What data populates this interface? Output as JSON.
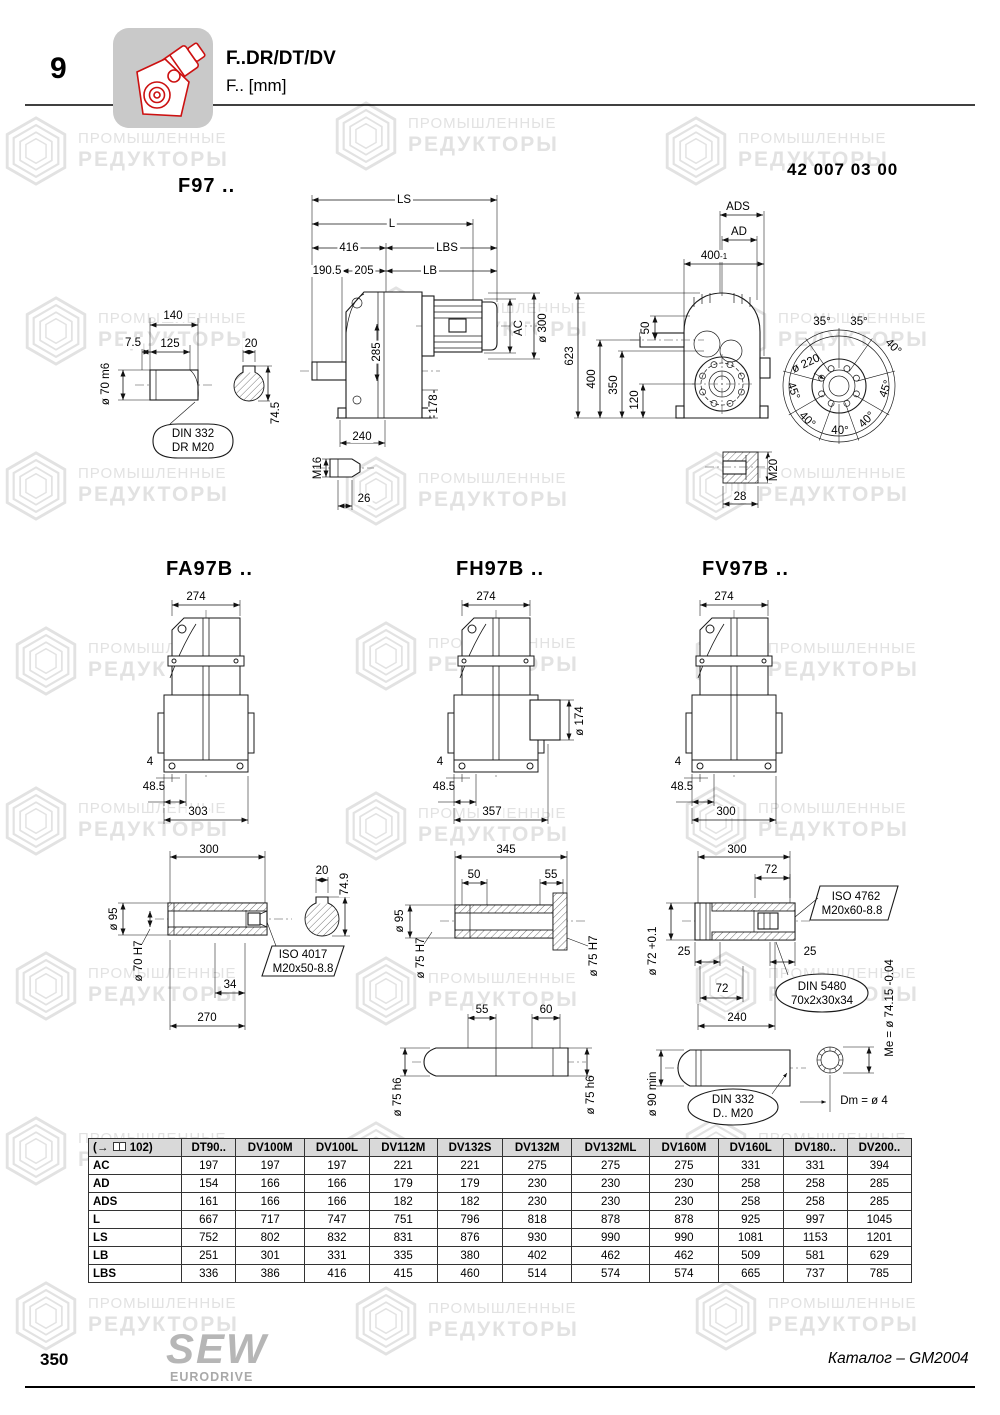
{
  "watermark": {
    "line1": "ПРОМЫШЛЕННЫЕ",
    "line2": "РЕДУКТОРЫ"
  },
  "header": {
    "chapter": "9",
    "title": "F..DR/DT/DV",
    "subtitle": "F.. [mm]"
  },
  "page": {
    "part_number": "42 007 03 00",
    "page_number": "350",
    "catalog": "Каталог – GM2004",
    "logo": {
      "name": "SEW",
      "sub": "EURODRIVE"
    }
  },
  "drawings": {
    "f97": {
      "title": "F97 ..",
      "dims": {
        "ls": "LS",
        "l": "L",
        "d416": "416",
        "lbs": "LBS",
        "d190_5": "190.5",
        "d205": "205",
        "lb": "LB",
        "d285": "285",
        "d178": "178",
        "d240": "240",
        "ac": "AC",
        "d300": "ø 300",
        "d140": "140",
        "d7_5": "7.5",
        "d125": "125",
        "shaft_dia": "ø 70 m6",
        "key_w": "20",
        "d74_5": "74.5",
        "m16": "M16",
        "d26": "26",
        "ads": "ADS",
        "ad": "AD",
        "d400tol": "400",
        "d400tol_sub": "-1",
        "d623": "623",
        "d400": "400",
        "d350": "350",
        "d120": "120",
        "d50": "50",
        "bolt_circle": "ø 220",
        "a35a": "35°",
        "a35b": "35°",
        "a40a": "40°",
        "a45a": "45°",
        "a40b": "40°",
        "a40c": "40°",
        "a40d": "40°",
        "a45b": "45°",
        "d28": "28",
        "m20": "M20"
      },
      "callout_din332": {
        "line1": "DIN 332",
        "line2": "DR M20"
      }
    },
    "fa97b": {
      "title": "FA97B ..",
      "dims": {
        "w274": "274",
        "d4": "4",
        "d48_5": "48.5",
        "w303": "303"
      }
    },
    "fh97b": {
      "title": "FH97B ..",
      "dims": {
        "w274": "274",
        "d174": "ø 174",
        "d4": "4",
        "d48_5": "48.5",
        "w357": "357"
      }
    },
    "fv97b": {
      "title": "FV97B ..",
      "dims": {
        "w274": "274",
        "d4": "4",
        "d48_5": "48.5",
        "w300": "300"
      }
    },
    "shaft_fa": {
      "dims": {
        "l300": "300",
        "key20": "20",
        "d74_9": "74.9",
        "d95": "ø 95",
        "d70": "ø 70 H7",
        "d34": "34",
        "l270": "270"
      },
      "callout_iso4017": {
        "line1": "ISO 4017",
        "line2": "M20x50-8.8"
      }
    },
    "shaft_fh": {
      "dims": {
        "l345": "345",
        "d50": "50",
        "d55a": "55",
        "d95": "ø 95",
        "d75l": "ø 75 H7",
        "d75r": "ø 75 H7",
        "d55b": "55",
        "d60": "60",
        "d75h6l": "ø 75 h6",
        "d75h6r": "ø 75 h6"
      }
    },
    "shaft_fv": {
      "dims": {
        "l300": "300",
        "d72a": "72",
        "d25l": "25",
        "d25r": "25",
        "d72b": "72",
        "l240": "240",
        "d72tol": "ø 72 +0.1",
        "d90": "ø 90 min",
        "me": "Me = ø 74.15 -0.04",
        "dm": "Dm = ø 4"
      },
      "callout_iso4762": {
        "line1": "ISO 4762",
        "line2": "M20x60-8.8"
      },
      "callout_din5480": {
        "line1": "DIN 5480",
        "line2": "70x2x30x34"
      },
      "callout_din332": {
        "line1": "DIN 332",
        "line2": "D.. M20"
      }
    }
  },
  "table": {
    "ref": {
      "prefix": "(→",
      "suffix": "102)"
    },
    "columns": [
      "DT90..",
      "DV100M",
      "DV100L",
      "DV112M",
      "DV132S",
      "DV132M",
      "DV132ML",
      "DV160M",
      "DV160L",
      "DV180..",
      "DV200.."
    ],
    "rows": [
      {
        "label": "AC",
        "values": [
          "197",
          "197",
          "197",
          "221",
          "221",
          "275",
          "275",
          "275",
          "331",
          "331",
          "394"
        ]
      },
      {
        "label": "AD",
        "values": [
          "154",
          "166",
          "166",
          "179",
          "179",
          "230",
          "230",
          "230",
          "258",
          "258",
          "285"
        ]
      },
      {
        "label": "ADS",
        "values": [
          "161",
          "166",
          "166",
          "182",
          "182",
          "230",
          "230",
          "230",
          "258",
          "258",
          "285"
        ]
      },
      {
        "label": "L",
        "values": [
          "667",
          "717",
          "747",
          "751",
          "796",
          "818",
          "878",
          "878",
          "925",
          "997",
          "1045"
        ]
      },
      {
        "label": "LS",
        "values": [
          "752",
          "802",
          "832",
          "831",
          "876",
          "930",
          "990",
          "990",
          "1081",
          "1153",
          "1201"
        ]
      },
      {
        "label": "LB",
        "values": [
          "251",
          "301",
          "331",
          "335",
          "380",
          "402",
          "462",
          "462",
          "509",
          "581",
          "629"
        ]
      },
      {
        "label": "LBS",
        "values": [
          "336",
          "386",
          "416",
          "415",
          "460",
          "514",
          "574",
          "574",
          "665",
          "737",
          "785"
        ]
      }
    ]
  }
}
